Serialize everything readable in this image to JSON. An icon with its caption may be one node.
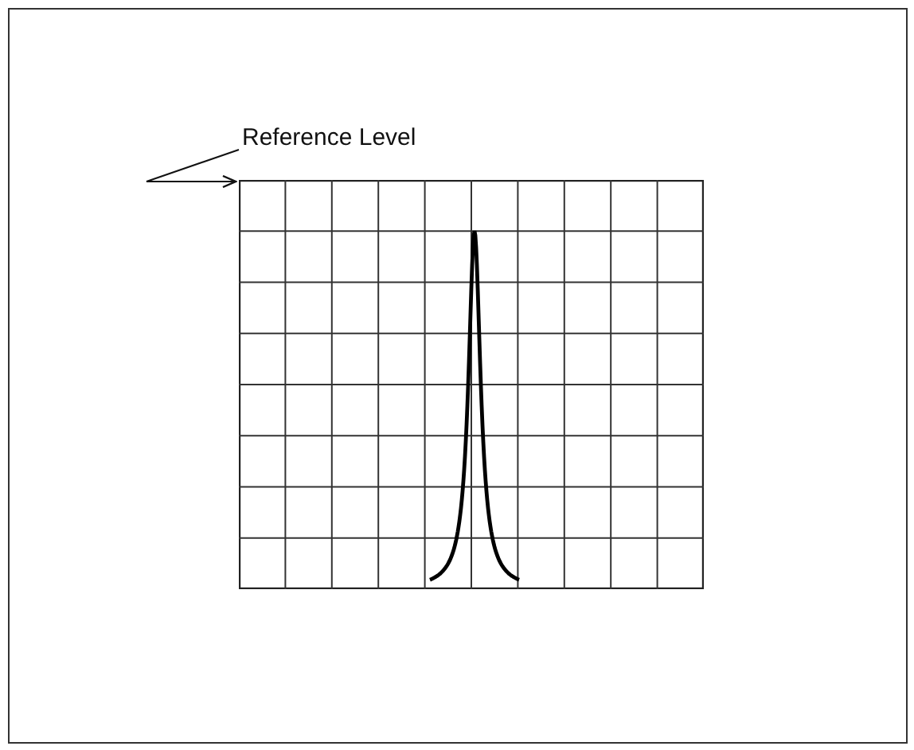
{
  "diagram": {
    "nodes": [
      {
        "text": [
          "Reference Level"
        ]
      },
      {
        "text": [],
        "shape": "picture"
      }
    ],
    "edges": [
      {
        "from": 0,
        "to": 1,
        "arrow": "to"
      }
    ]
  }
}
